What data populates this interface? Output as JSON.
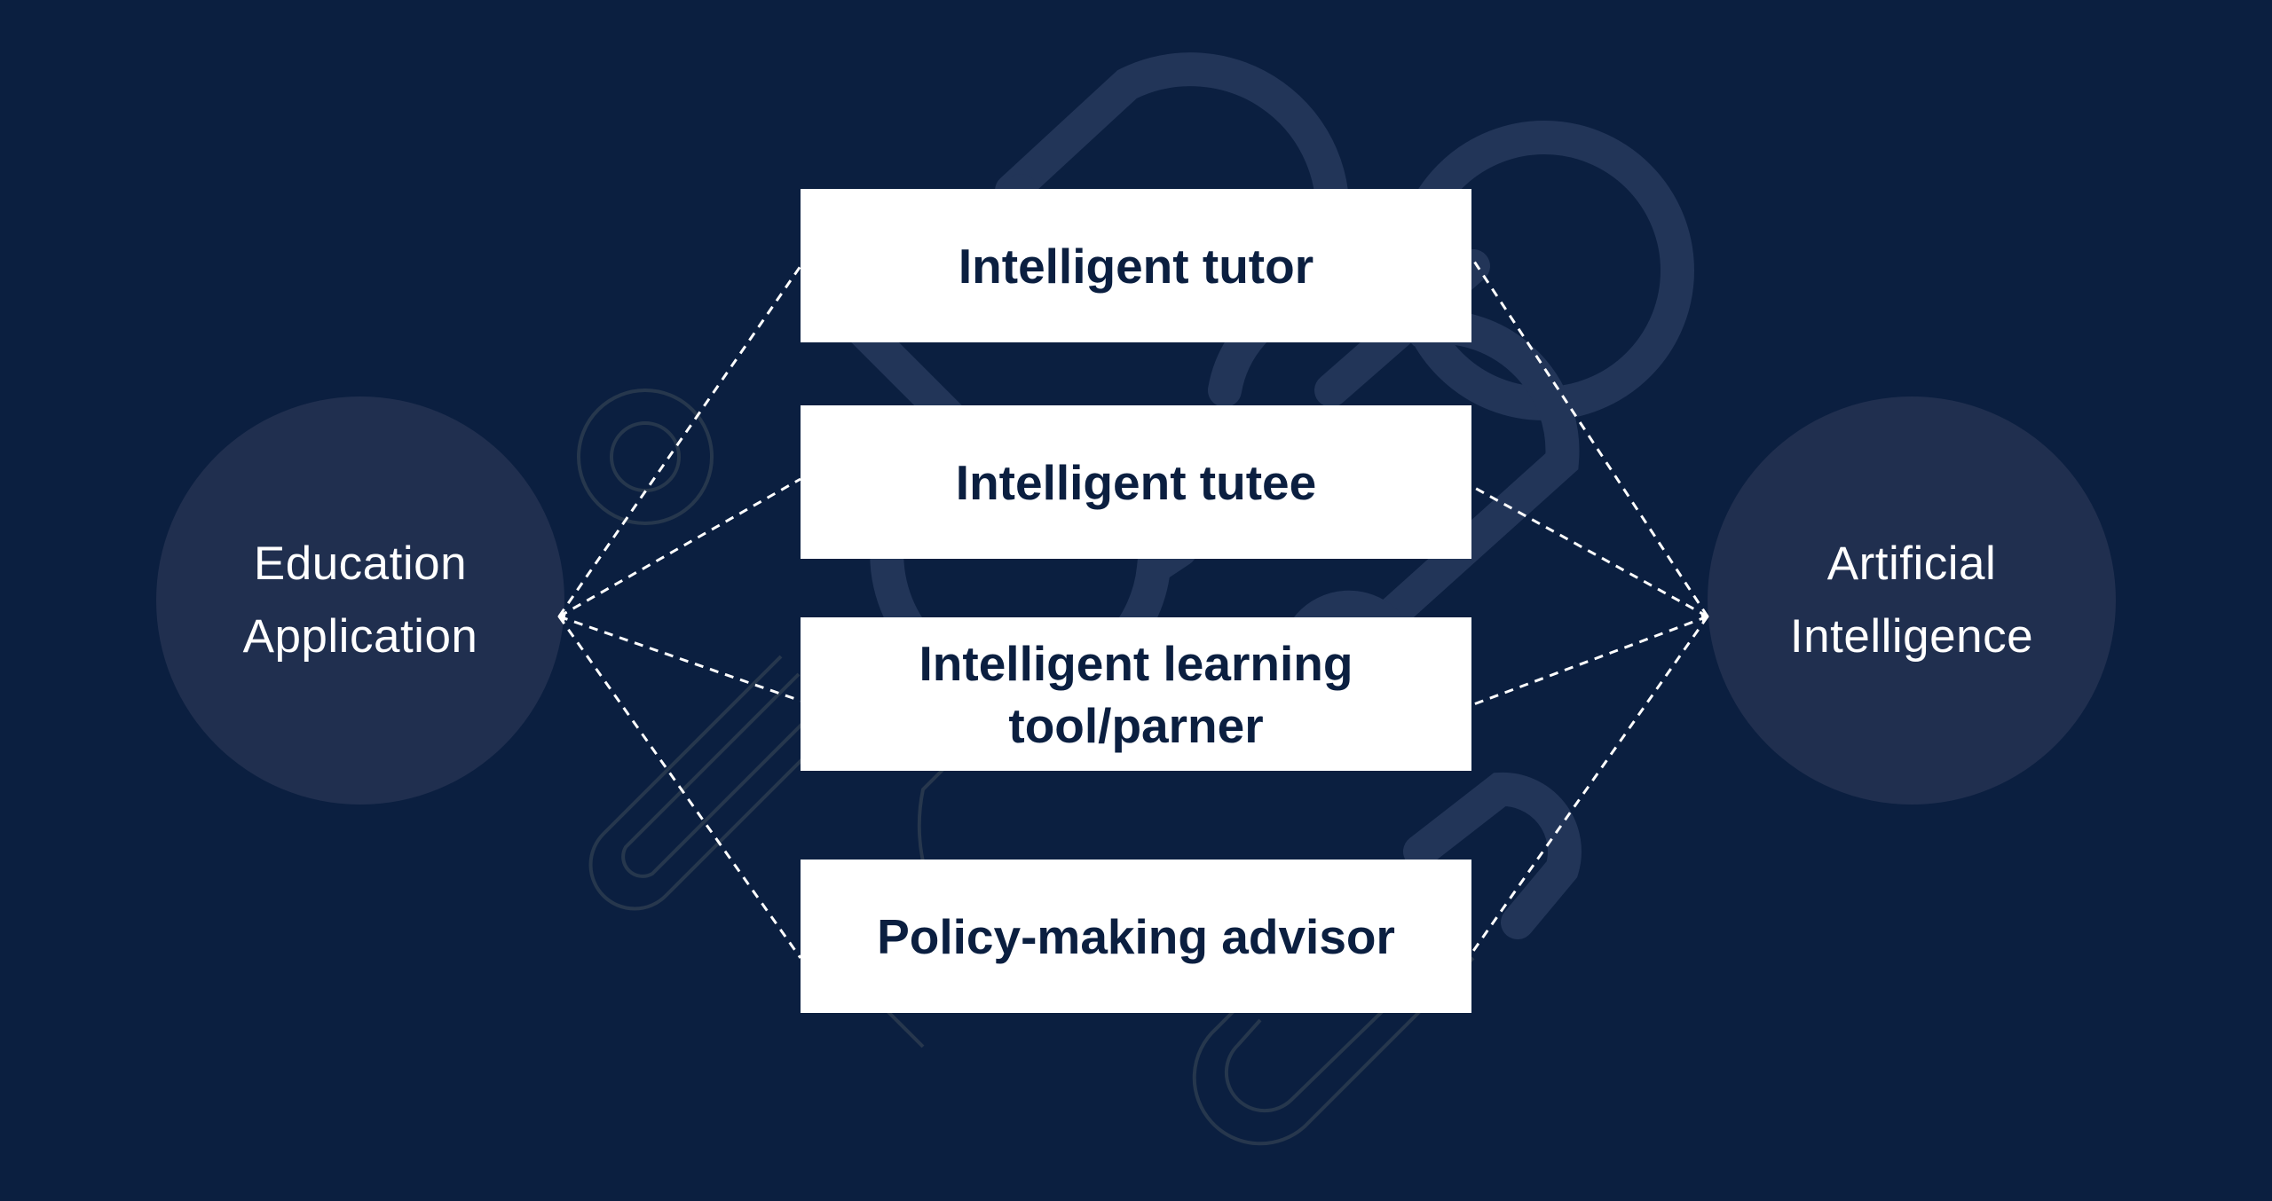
{
  "diagram": {
    "left_node": {
      "label": "Education\nApplication"
    },
    "right_node": {
      "label": "Artificial\nIntelligence"
    },
    "roles": [
      {
        "label": "Intelligent tutor"
      },
      {
        "label": "Intelligent tutee"
      },
      {
        "label": "Intelligent learning\ntool/parner"
      },
      {
        "label": "Policy-making advisor"
      }
    ]
  },
  "colors": {
    "background": "#0b1f40",
    "circle_fill": "#202f4f",
    "box_fill": "#ffffff",
    "box_text": "#0b1f40",
    "circle_text": "#ffffff",
    "connector": "#ffffff"
  }
}
